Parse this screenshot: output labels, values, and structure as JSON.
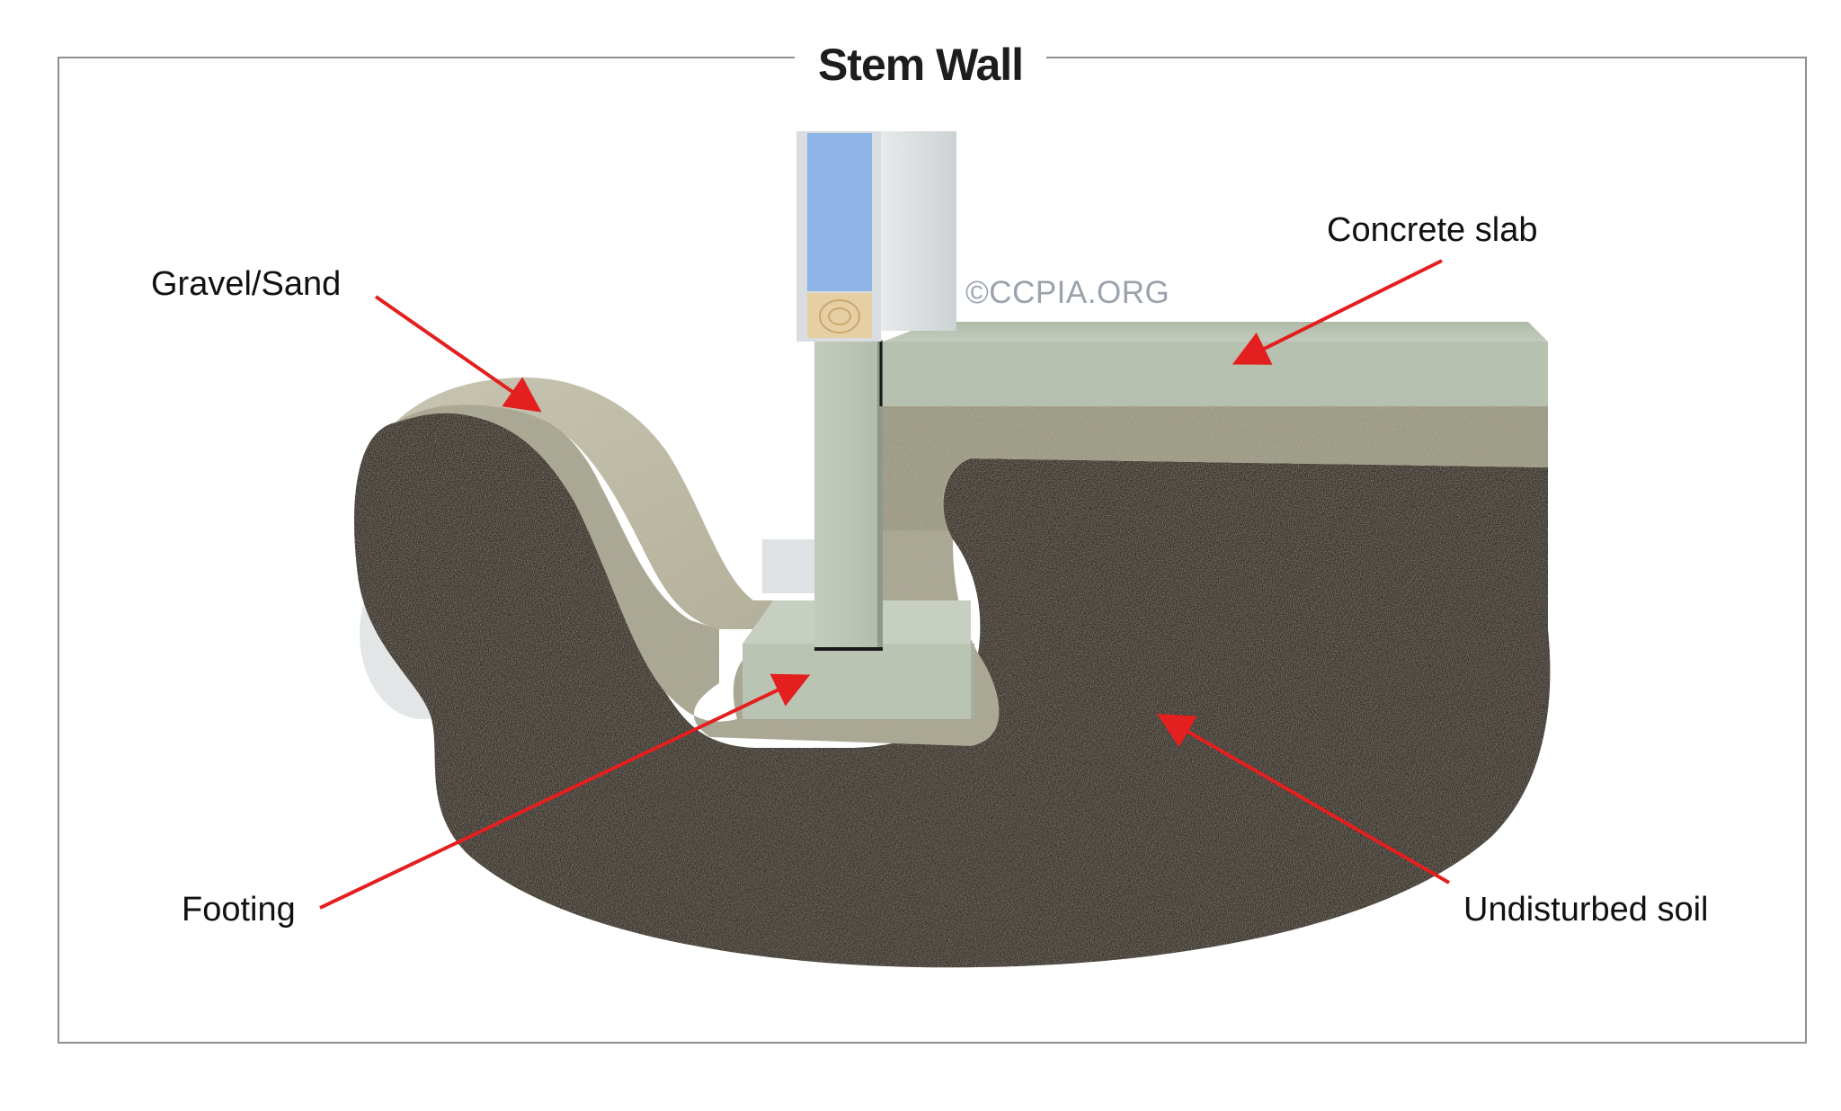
{
  "title": "Stem Wall",
  "labels": {
    "gravel": "Gravel/Sand",
    "slab": "Concrete slab",
    "footing": "Footing",
    "soil": "Undisturbed soil"
  },
  "watermark": "©CCPIA.ORG",
  "colors": {
    "soil": "#3b352d",
    "gravel": "#a9a792",
    "concrete": "#b8c2b2",
    "insulation": "#8fb4e6",
    "wood_sill": "#e6cfa3",
    "arrow": "#e41f1f",
    "frame": "#8c8f94"
  }
}
